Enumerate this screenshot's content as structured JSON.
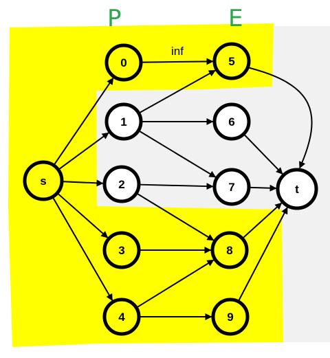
{
  "annotations": {
    "left_letter": "P",
    "right_letter": "E"
  },
  "colors": {
    "highlight": "#ffff00",
    "node_fill_highlight": "#ffff00",
    "node_fill_plain": "#ffffff",
    "stroke": "#000000",
    "handwriting": "#2ea64a",
    "gray_band": "#f1f1f1"
  },
  "nodes": [
    {
      "id": "s",
      "label": "s",
      "highlighted": true
    },
    {
      "id": "n0",
      "label": "0",
      "highlighted": true
    },
    {
      "id": "n1",
      "label": "1",
      "highlighted": false
    },
    {
      "id": "n2",
      "label": "2",
      "highlighted": false
    },
    {
      "id": "n3",
      "label": "3",
      "highlighted": true
    },
    {
      "id": "n4",
      "label": "4",
      "highlighted": true
    },
    {
      "id": "n5",
      "label": "5",
      "highlighted": true
    },
    {
      "id": "n6",
      "label": "6",
      "highlighted": false
    },
    {
      "id": "n7",
      "label": "7",
      "highlighted": false
    },
    {
      "id": "n8",
      "label": "8",
      "highlighted": true
    },
    {
      "id": "n9",
      "label": "9",
      "highlighted": true
    },
    {
      "id": "t",
      "label": "t",
      "highlighted": false
    }
  ],
  "edges": [
    {
      "from": "s",
      "to": "n0",
      "label": ""
    },
    {
      "from": "s",
      "to": "n1",
      "label": ""
    },
    {
      "from": "s",
      "to": "n2",
      "label": ""
    },
    {
      "from": "s",
      "to": "n3",
      "label": ""
    },
    {
      "from": "s",
      "to": "n4",
      "label": ""
    },
    {
      "from": "n0",
      "to": "n5",
      "label": "inf"
    },
    {
      "from": "n1",
      "to": "n5",
      "label": ""
    },
    {
      "from": "n1",
      "to": "n6",
      "label": ""
    },
    {
      "from": "n1",
      "to": "n7",
      "label": ""
    },
    {
      "from": "n2",
      "to": "n7",
      "label": ""
    },
    {
      "from": "n2",
      "to": "n8",
      "label": ""
    },
    {
      "from": "n3",
      "to": "n8",
      "label": ""
    },
    {
      "from": "n4",
      "to": "n8",
      "label": ""
    },
    {
      "from": "n4",
      "to": "n9",
      "label": ""
    },
    {
      "from": "n5",
      "to": "t",
      "label": ""
    },
    {
      "from": "n6",
      "to": "t",
      "label": ""
    },
    {
      "from": "n7",
      "to": "t",
      "label": ""
    },
    {
      "from": "n8",
      "to": "t",
      "label": ""
    },
    {
      "from": "n9",
      "to": "t",
      "label": ""
    }
  ]
}
